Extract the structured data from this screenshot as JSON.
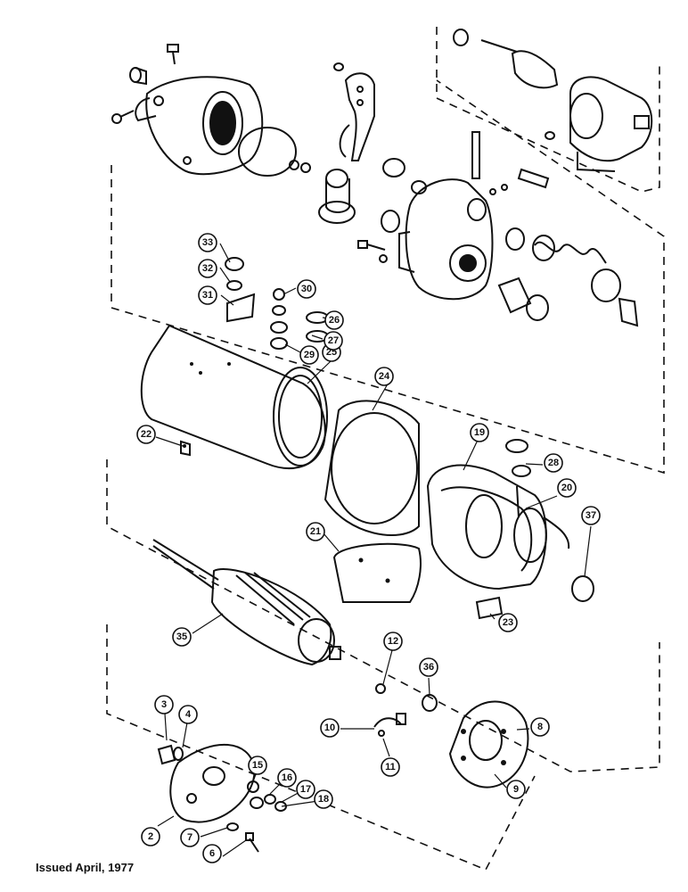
{
  "footer": {
    "issued": "Issued April, 1977"
  },
  "callouts": [
    {
      "label": "2"
    },
    {
      "label": "3"
    },
    {
      "label": "4"
    },
    {
      "label": "6"
    },
    {
      "label": "7"
    },
    {
      "label": "8"
    },
    {
      "label": "9"
    },
    {
      "label": "10"
    },
    {
      "label": "11"
    },
    {
      "label": "12"
    },
    {
      "label": "15"
    },
    {
      "label": "16"
    },
    {
      "label": "17"
    },
    {
      "label": "18"
    },
    {
      "label": "19"
    },
    {
      "label": "20"
    },
    {
      "label": "21"
    },
    {
      "label": "22"
    },
    {
      "label": "23"
    },
    {
      "label": "24"
    },
    {
      "label": "25"
    },
    {
      "label": "26"
    },
    {
      "label": "27"
    },
    {
      "label": "28"
    },
    {
      "label": "29"
    },
    {
      "label": "30"
    },
    {
      "label": "31"
    },
    {
      "label": "32"
    },
    {
      "label": "33"
    },
    {
      "label": "35"
    },
    {
      "label": "36"
    },
    {
      "label": "37"
    }
  ]
}
